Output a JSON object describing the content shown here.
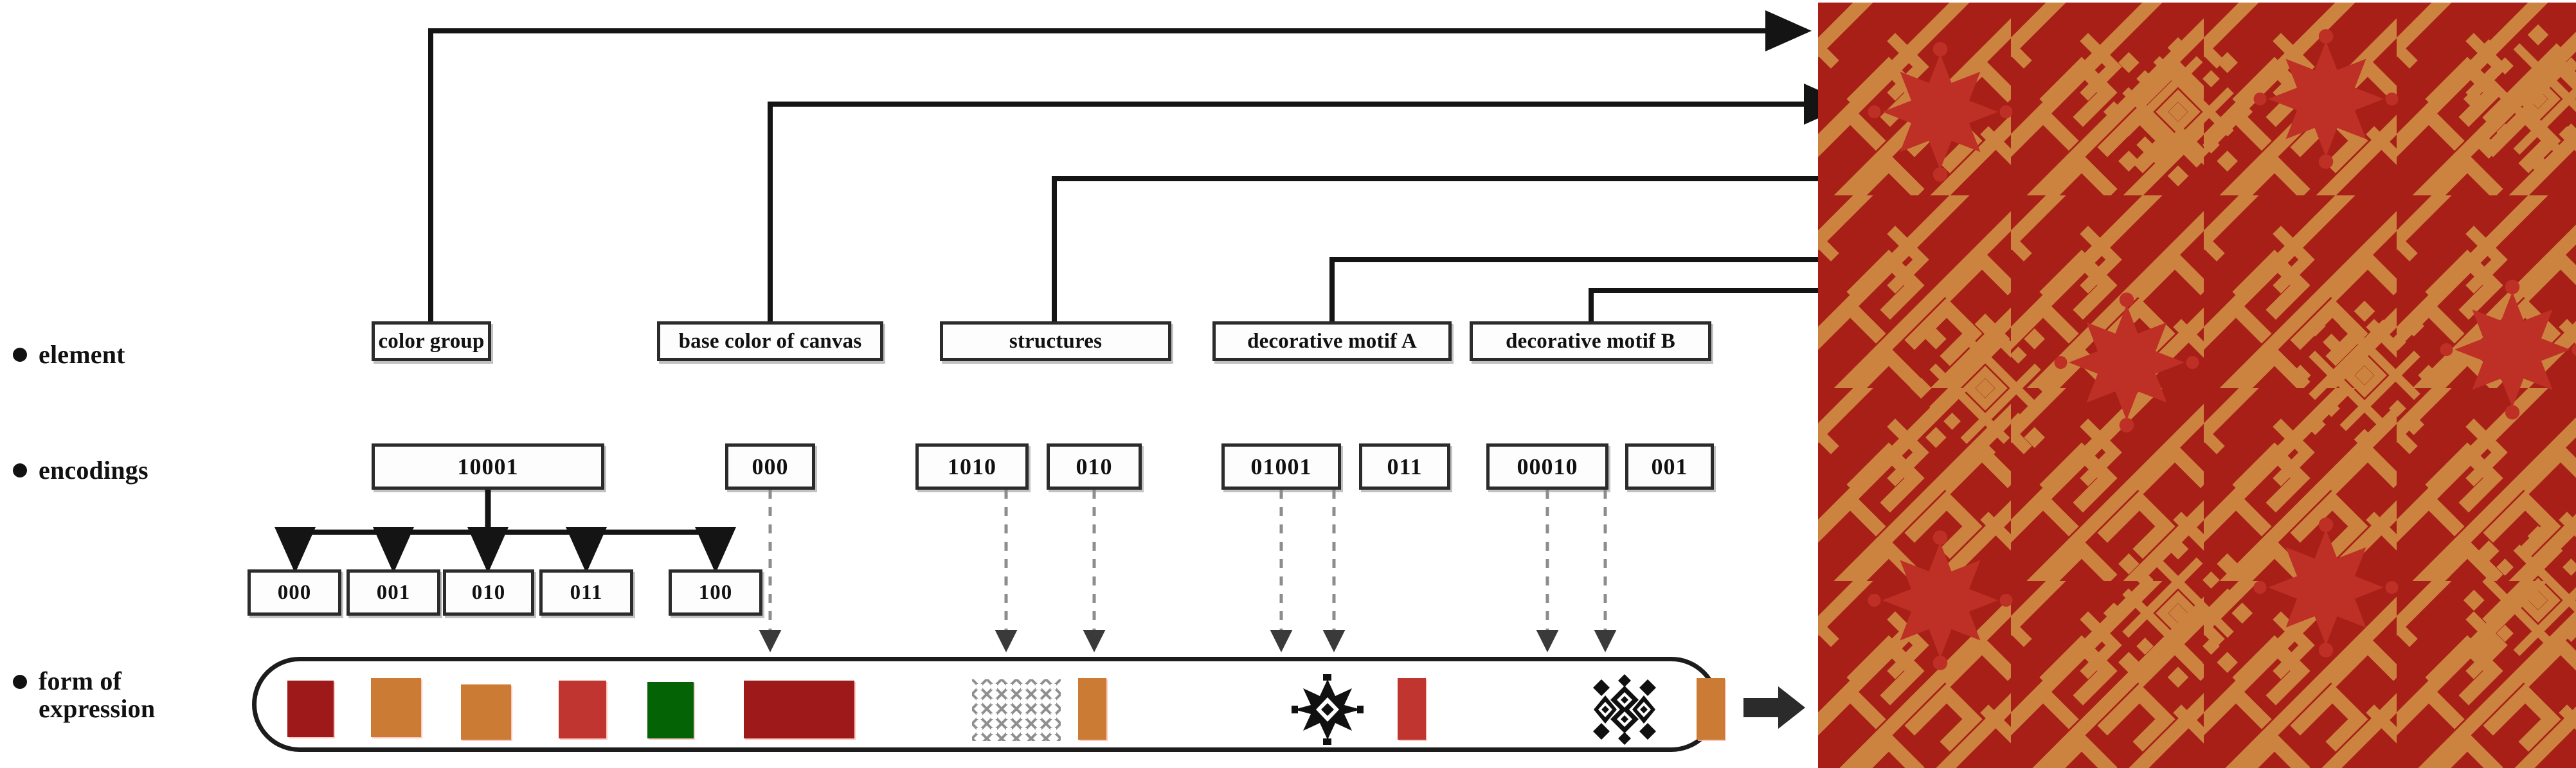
{
  "rows": [
    {
      "id": "element",
      "label": "element"
    },
    {
      "id": "encodings",
      "label": "encodings"
    },
    {
      "id": "expression",
      "label": "form of\nexpression"
    }
  ],
  "elements": [
    {
      "id": "color-group",
      "label": "color group"
    },
    {
      "id": "base-color",
      "label": "base color of canvas"
    },
    {
      "id": "structures",
      "label": "structures"
    },
    {
      "id": "motif-a",
      "label": "decorative motif  A"
    },
    {
      "id": "motif-b",
      "label": "decorative motif  B"
    }
  ],
  "encodings": [
    {
      "id": "enc-color-group",
      "code": "10001"
    },
    {
      "id": "enc-base-color",
      "code": "000"
    },
    {
      "id": "enc-structures",
      "code": "1010"
    },
    {
      "id": "enc-structures2",
      "code": "010"
    },
    {
      "id": "enc-motif-a",
      "code": "01001"
    },
    {
      "id": "enc-motif-a2",
      "code": "011"
    },
    {
      "id": "enc-motif-b",
      "code": "00010"
    },
    {
      "id": "enc-motif-b2",
      "code": "001"
    }
  ],
  "sub_encodings": [
    {
      "id": "sub-000",
      "code": "000"
    },
    {
      "id": "sub-001",
      "code": "001"
    },
    {
      "id": "sub-010",
      "code": "010"
    },
    {
      "id": "sub-011",
      "code": "011"
    },
    {
      "id": "sub-100",
      "code": "100"
    }
  ],
  "expression_items": [
    {
      "id": "swatch-dark-red-1",
      "kind": "color",
      "color": "#9E1A1A"
    },
    {
      "id": "swatch-orange-1",
      "kind": "color",
      "color": "#CC7B35"
    },
    {
      "id": "swatch-orange-2",
      "kind": "color",
      "color": "#CC7B35"
    },
    {
      "id": "swatch-red-1",
      "kind": "color",
      "color": "#C03530"
    },
    {
      "id": "swatch-green-1",
      "kind": "color",
      "color": "#046305"
    },
    {
      "id": "swatch-base-canvas",
      "kind": "color",
      "color": "#9E1A1A"
    },
    {
      "id": "swatch-lattice",
      "kind": "pattern",
      "color": "#8a8a8a"
    },
    {
      "id": "swatch-orange-3",
      "kind": "color",
      "color": "#CC7B35"
    },
    {
      "id": "motif-star",
      "kind": "motif",
      "color": "#101010"
    },
    {
      "id": "swatch-red-2",
      "kind": "color",
      "color": "#C03530"
    },
    {
      "id": "motif-diamond",
      "kind": "motif",
      "color": "#101010"
    },
    {
      "id": "swatch-orange-4",
      "kind": "color",
      "color": "#CC7B35"
    }
  ],
  "textile": {
    "id": "textile-pattern",
    "base_color": "#A81F18",
    "accent_color": "#CD8340",
    "motif_shadow_color": "#BE3026"
  },
  "icons": {
    "result_arrow": "right-arrow-icon",
    "bullet": "bullet-dot-icon"
  }
}
